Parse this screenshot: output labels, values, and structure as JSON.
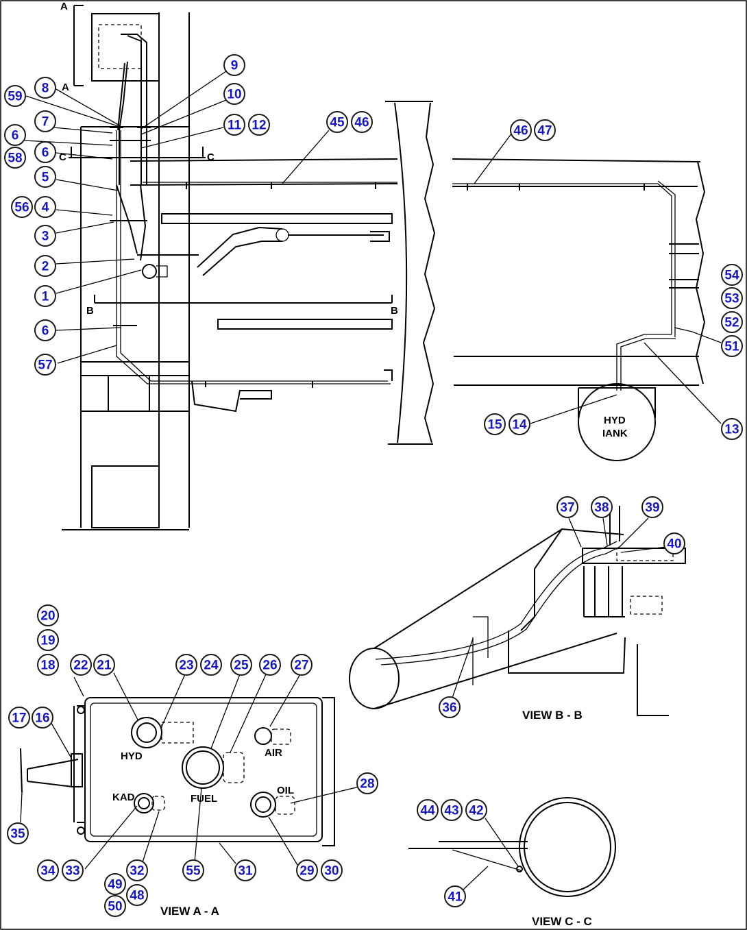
{
  "callouts": [
    "59",
    "8",
    "9",
    "10",
    "7",
    "11",
    "12",
    "6",
    "58",
    "6",
    "45",
    "46",
    "46",
    "47",
    "5",
    "56",
    "4",
    "3",
    "2",
    "1",
    "6",
    "57",
    "54",
    "53",
    "52",
    "51",
    "13",
    "15",
    "14",
    "37",
    "38",
    "39",
    "40",
    "20",
    "19",
    "18",
    "22",
    "21",
    "23",
    "24",
    "25",
    "26",
    "27",
    "17",
    "16",
    "28",
    "35",
    "36",
    "34",
    "33",
    "32",
    "55",
    "31",
    "29",
    "30",
    "49",
    "48",
    "50",
    "44",
    "43",
    "42",
    "41"
  ],
  "labels": {
    "section_a_top": "A",
    "section_a_bottom": "A",
    "section_c_left": "C",
    "section_c_right": "C",
    "section_b_left": "B",
    "section_b_right": "B",
    "hyd_tank_line1": "HYD",
    "hyd_tank_line2": "IANK",
    "hyd": "HYD",
    "fuel": "FUEL",
    "air": "AIR",
    "rad": "KAD",
    "oil": "OIL"
  },
  "views": {
    "a": "VIEW  A - A",
    "b": "VIEW  B - B",
    "c": "VIEW  C - C"
  }
}
